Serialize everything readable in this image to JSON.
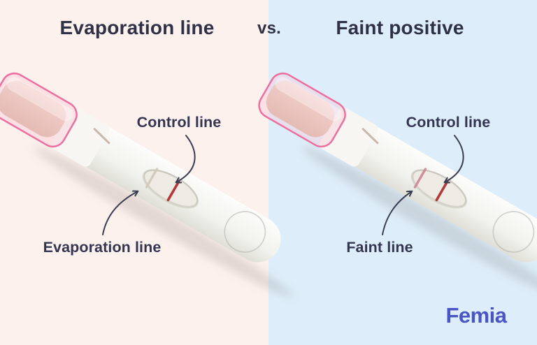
{
  "titles": {
    "left": "Evaporation line",
    "vs": "vs.",
    "right": "Faint positive"
  },
  "panels": {
    "left": {
      "control_label": "Control line",
      "result_label": "Evaporation line"
    },
    "right": {
      "control_label": "Control line",
      "result_label": "Faint line"
    }
  },
  "brand": {
    "name": "Femia"
  },
  "colors": {
    "leftBg": "#fdf1ee",
    "rightBg": "#ddeefa",
    "titleText": "#2f3147",
    "labelText": "#343651",
    "arrow": "#3b3d53",
    "brand": "#4a55c5",
    "controlLine": "#b13a3c",
    "faintLine": "#d08a95",
    "evaporationLine": "#d2cabc",
    "capPink": "#ec6f9f"
  }
}
